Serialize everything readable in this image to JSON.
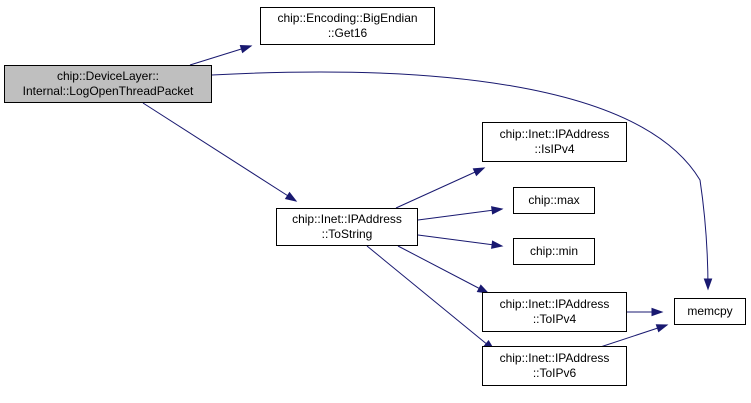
{
  "colors": {
    "edge": "#191970",
    "node_border": "#000000",
    "node_fill": "#ffffff",
    "root_fill": "#bfbfbf"
  },
  "nodes": [
    {
      "id": "log",
      "lines": [
        "chip::DeviceLayer::",
        "Internal::LogOpenThreadPacket"
      ]
    },
    {
      "id": "get16",
      "lines": [
        "chip::Encoding::BigEndian",
        "::Get16"
      ]
    },
    {
      "id": "tostring",
      "lines": [
        "chip::Inet::IPAddress",
        "::ToString"
      ]
    },
    {
      "id": "isipv4",
      "lines": [
        "chip::Inet::IPAddress",
        "::IsIPv4"
      ]
    },
    {
      "id": "max",
      "lines": [
        "chip::max"
      ]
    },
    {
      "id": "min",
      "lines": [
        "chip::min"
      ]
    },
    {
      "id": "toipv4",
      "lines": [
        "chip::Inet::IPAddress",
        "::ToIPv4"
      ]
    },
    {
      "id": "toipv6",
      "lines": [
        "chip::Inet::IPAddress",
        "::ToIPv6"
      ]
    },
    {
      "id": "memcpy",
      "lines": [
        "memcpy"
      ]
    }
  ],
  "edges": [
    {
      "from": "log",
      "to": "get16"
    },
    {
      "from": "log",
      "to": "memcpy"
    },
    {
      "from": "log",
      "to": "tostring"
    },
    {
      "from": "tostring",
      "to": "isipv4"
    },
    {
      "from": "tostring",
      "to": "max"
    },
    {
      "from": "tostring",
      "to": "min"
    },
    {
      "from": "tostring",
      "to": "toipv4"
    },
    {
      "from": "tostring",
      "to": "toipv6"
    },
    {
      "from": "toipv4",
      "to": "memcpy"
    },
    {
      "from": "toipv6",
      "to": "memcpy"
    }
  ]
}
